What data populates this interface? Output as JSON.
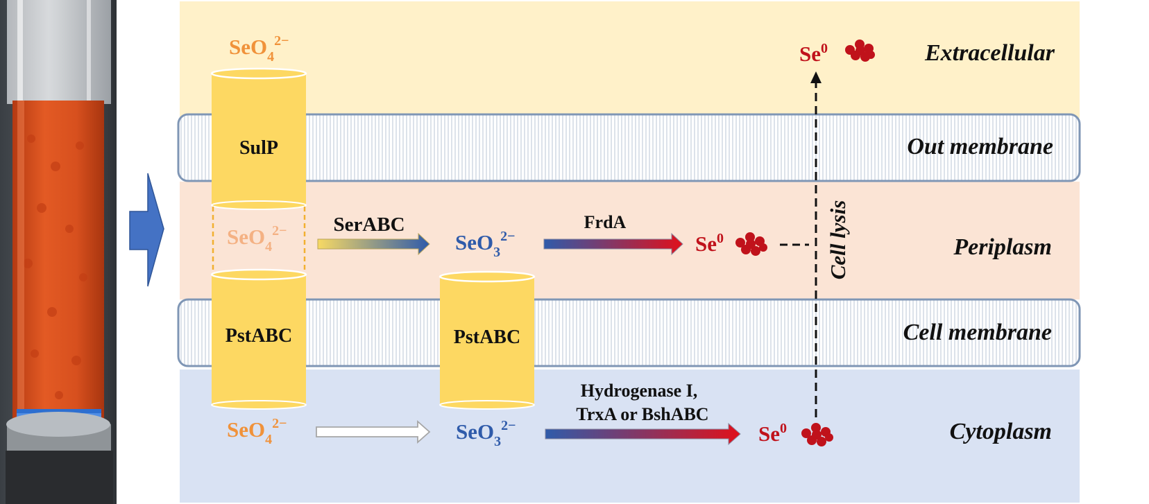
{
  "layers": {
    "extracellular": "Extracellular",
    "outer_membrane": "Out membrane",
    "periplasm": "Periplasm",
    "cell_membrane": "Cell membrane",
    "cytoplasm": "Cytoplasm"
  },
  "transporters": {
    "outer": "SulP",
    "inner_left": "PstABC",
    "inner_right": "PstABC"
  },
  "species": {
    "selenate_base": "SeO",
    "selenate_sub": "4",
    "selenate_sup": "2−",
    "selenite_base": "SeO",
    "selenite_sub": "3",
    "selenite_sup": "2−",
    "se0_base": "Se",
    "se0_sup": "0"
  },
  "enzymes": {
    "periplasm_selenate": "SerABC",
    "periplasm_selenite": "FrdA",
    "cytoplasm_line1": "Hydrogenase I,",
    "cytoplasm_line2": "TrxA or BshABC"
  },
  "process": {
    "lysis": "Cell lysis"
  },
  "colors": {
    "selenate": "#F0923A",
    "selenite": "#2F5BAA",
    "se0": "#C0121B",
    "transporter": "#FDD862",
    "extracellular_bg": "#FFF1C9",
    "periplasm_bg": "#FBE4D5",
    "cytoplasm_bg": "#D9E2F3",
    "membrane_border": "#7F96B5",
    "side_arrow": "#4472C4"
  }
}
